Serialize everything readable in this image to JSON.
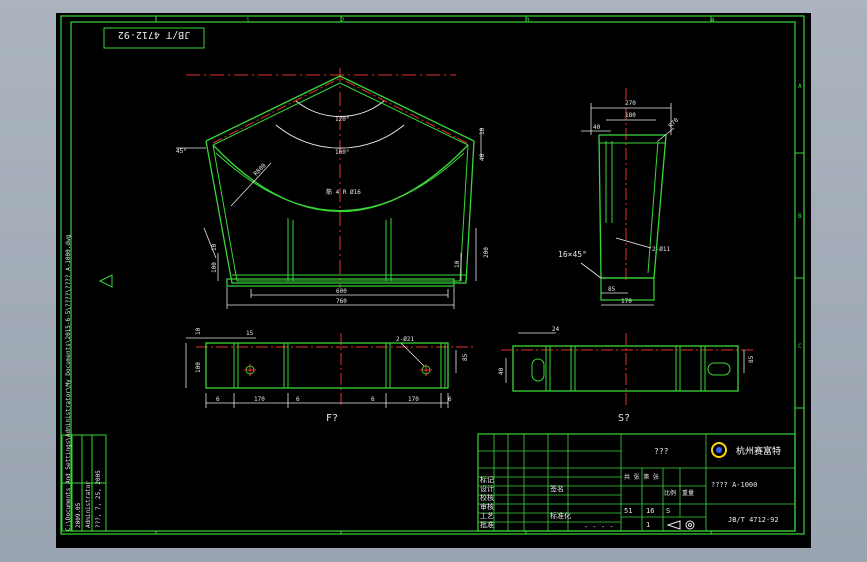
{
  "drawing": {
    "standard_code": "JB/T 4712-92",
    "views": {
      "front": "F?",
      "side": "S?"
    },
    "border_numbers": {
      "top": [
        "1",
        "2",
        "3",
        "4"
      ],
      "bottom": [
        "1",
        "2",
        "3",
        "4"
      ],
      "right": [
        "A",
        "B",
        "C"
      ]
    },
    "front_view": {
      "angle_outer": "120°",
      "angle_inner": "100°",
      "chamfer": "45°",
      "radius": "R800",
      "holes_note": "筋 4  R Ø16",
      "dim_bottom_inner": "600",
      "dim_bottom_total": "760",
      "dim_right_height": "200",
      "dim_right_side": "10",
      "dim_left_1": "10",
      "dim_left_2": "100",
      "dim_top_right_1": "10",
      "dim_top_right_2": "40"
    },
    "side_view": {
      "dim_top_total": "270",
      "dim_top_inner": "180",
      "dim_top_left": "40",
      "dim_top_radius": "R70",
      "chamfer_note": "16×45°",
      "weld_note": "2-Ø11",
      "dim_bottom_1": "85",
      "dim_bottom_2": "170"
    },
    "plan_left": {
      "dim_a": "10",
      "dim_b": "15",
      "dim_h1": "100",
      "dim_h2": "85",
      "hole_note": "2-Ø21",
      "dims_bottom": [
        "6",
        "170",
        "6",
        "6",
        "170",
        "6"
      ]
    },
    "plan_right": {
      "dim_a": "24",
      "dim_h1": "40",
      "dim_h2": "85"
    },
    "file_path": "C:\\Documents And Settings\\Administrator\\My Documents\\2015-6-5\\????\\???? A-1000.dwg",
    "revision_block": {
      "date": "2009.05",
      "user": "Administrator",
      "plot_date": "???, 7, 25, 2005"
    },
    "title_block": {
      "part_name": "???",
      "company": "杭州赛富特",
      "drawing_name": "???? A-1000",
      "code": "JB/T 4712-92",
      "rows_left": [
        "标记",
        "设计",
        "校核",
        "审核",
        "工艺",
        "批准"
      ],
      "row_labels_mid": [
        "签名",
        "标准化"
      ],
      "scale_label": "比例",
      "weight_label": "重量",
      "cells": {
        "c1": "51",
        "c2": "16",
        "c3": "S",
        "c4": "1"
      },
      "sheet_note": "共  张  第  张",
      "dash_note": "- - - -"
    }
  }
}
